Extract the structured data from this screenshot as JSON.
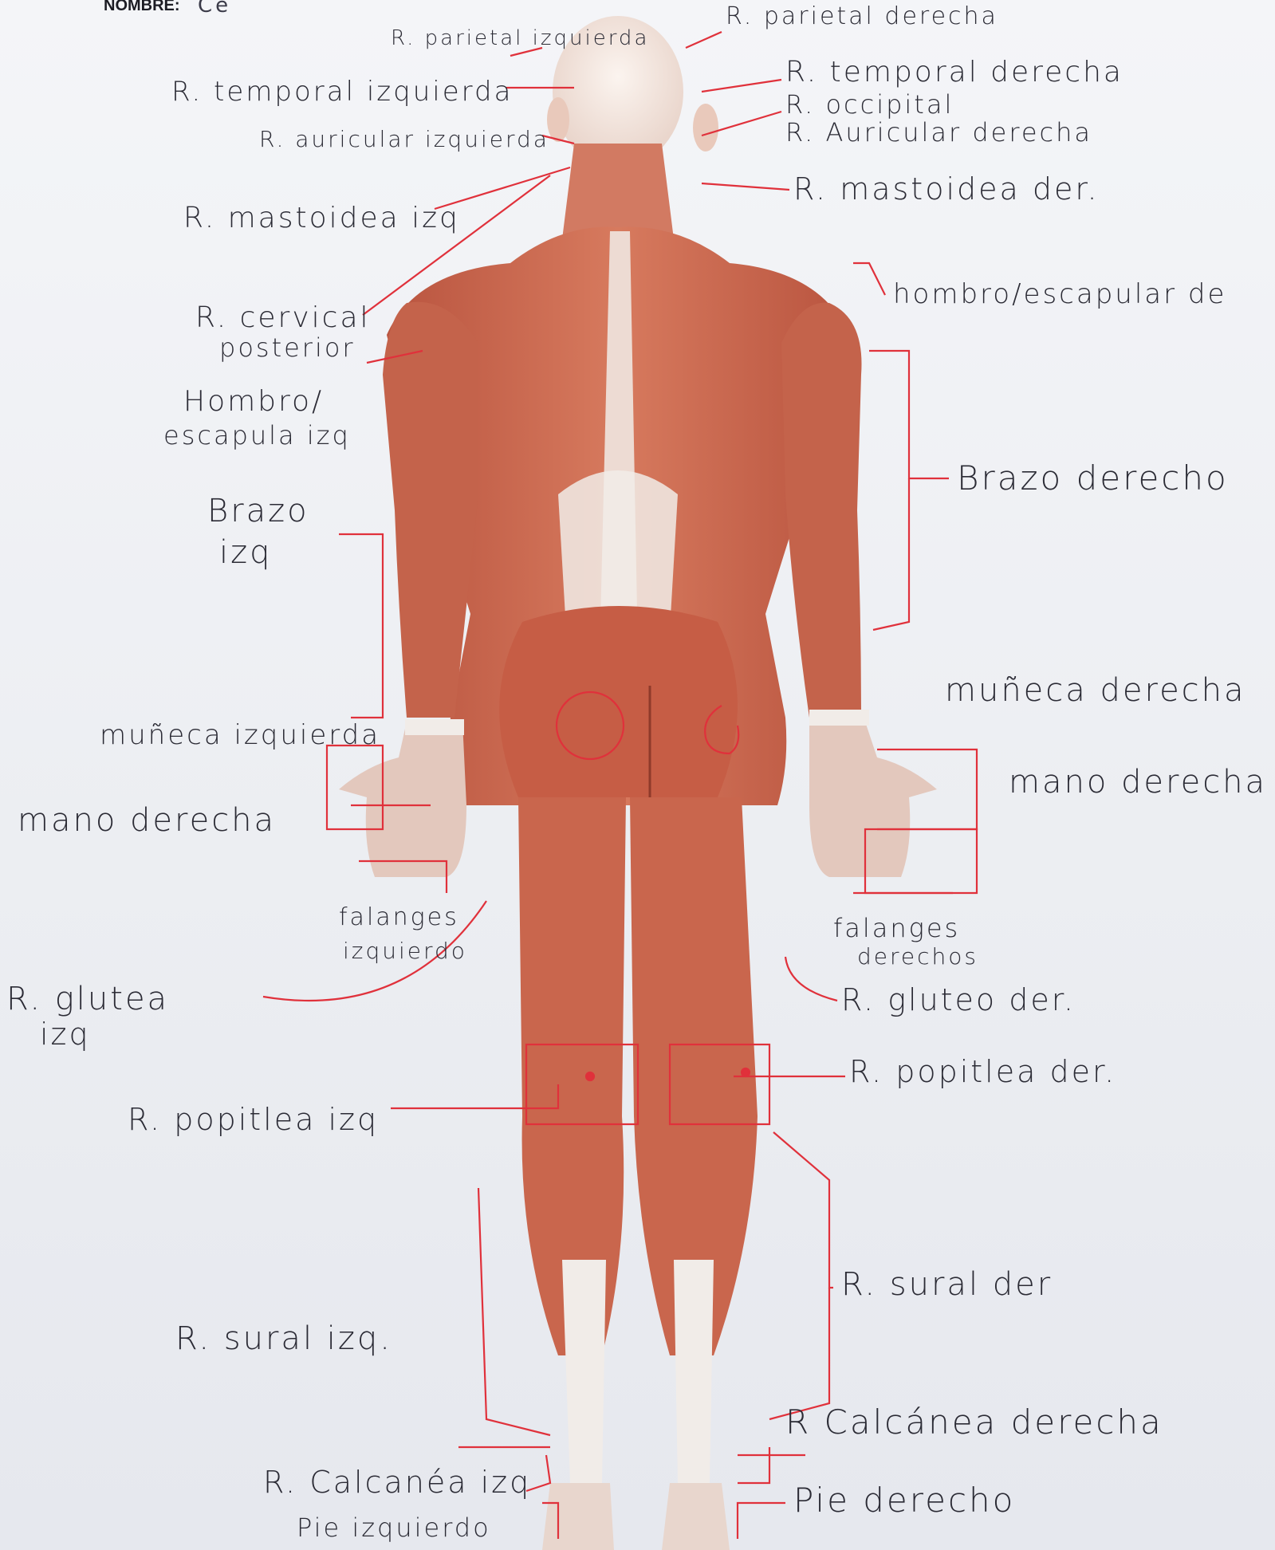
{
  "header": {
    "label": "NOMBRE:",
    "name_fragment": "Ce"
  },
  "labels": {
    "parietal_left": "R. parietal izquierda",
    "parietal_right": "R. parietal derecha",
    "temporal_left": "R. temporal izquierda",
    "temporal_right": "R. temporal derecha",
    "occipital": "R. occipital",
    "auricular_left": "R. auricular izquierda",
    "auricular_right": "R. Auricular derecha",
    "mastoid_left": "R. mastoidea izq",
    "mastoid_right": "R. mastoidea der.",
    "cervical_line1": "R. cervical",
    "cervical_line2": "posterior",
    "shoulder_left_line1": "Hombro/",
    "shoulder_left_line2": "escapula izq",
    "shoulder_right": "hombro/escapular de",
    "arm_left_line1": "Brazo",
    "arm_left_line2": "izq",
    "arm_right": "Brazo derecho",
    "wrist_left": "muñeca izquierda",
    "wrist_right": "muñeca derecha",
    "hand_left": "mano derecha",
    "hand_right": "mano derecha",
    "phalanges_left_line1": "falanges",
    "phalanges_left_line2": "izquierdo",
    "phalanges_right_line1": "falanges",
    "phalanges_right_line2": "derechos",
    "gluteal_left_line1": "R. glutea",
    "gluteal_left_line2": "izq",
    "gluteal_right": "R. gluteo der.",
    "popliteal_left": "R. popitlea izq",
    "popliteal_right": "R. popitlea der.",
    "sural_left": "R. sural izq.",
    "sural_right": "R. sural der",
    "calcaneal_left": "R. Calcanéa izq",
    "calcaneal_right": "R Calcánea derecha",
    "foot_left": "Pie izquierdo",
    "foot_right": "Pie derecho"
  },
  "colors": {
    "ink": "#2b2b35",
    "red_pen": "#e0313b",
    "muscle": "#c8614a",
    "tendon": "#f1ece8"
  }
}
